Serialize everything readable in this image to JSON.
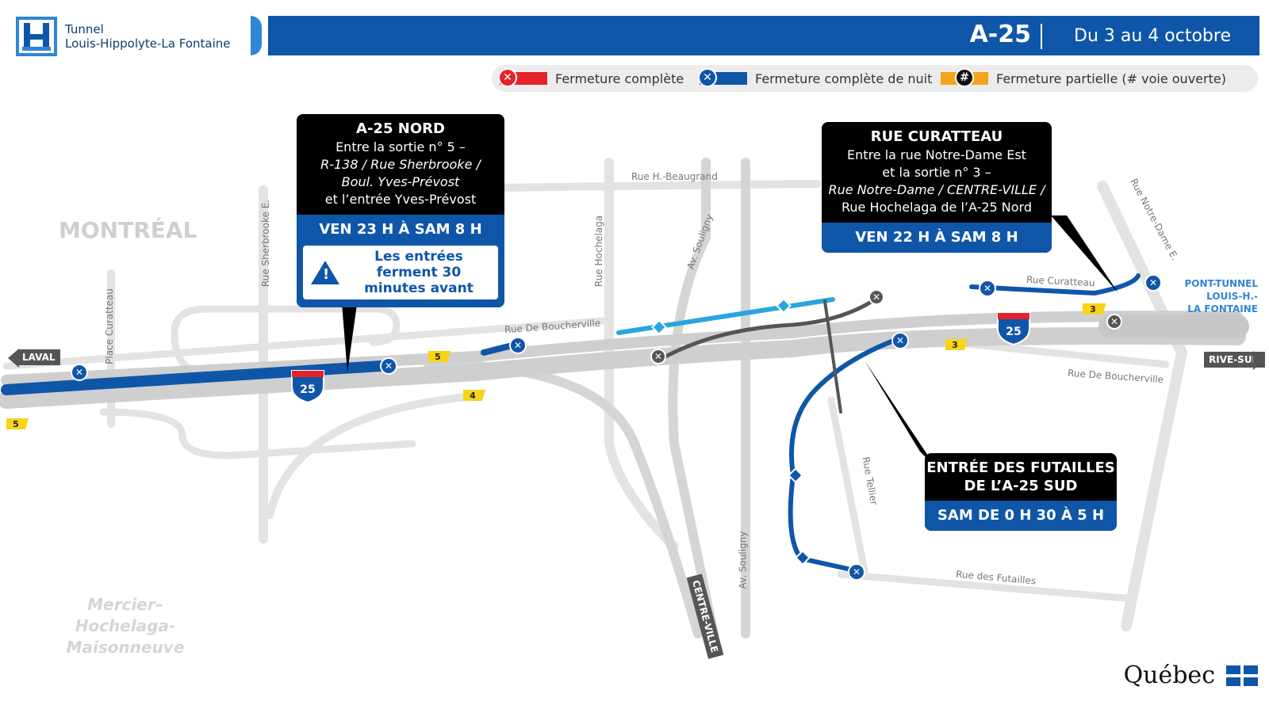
{
  "header": {
    "brand_line1": "Tunnel",
    "brand_line2": "Louis-Hippolyte-La Fontaine",
    "route": "A-25",
    "dates": "Du 3 au 4 octobre"
  },
  "legend": {
    "full_closure": "Fermeture complète",
    "night_closure": "Fermeture complète de nuit",
    "partial_closure": "Fermeture partielle (# voie ouverte)",
    "partial_symbol": "#",
    "colors": {
      "full": "#e32229",
      "night": "#0f56a8",
      "partial": "#f4a41c"
    }
  },
  "callouts": {
    "nord": {
      "title": "A-25 NORD",
      "line1": "Entre la sortie n° 5 –",
      "line2": "R-138 / Rue Sherbrooke /",
      "line3": "Boul. Yves-Prévost",
      "line4": "et l’entrée Yves-Prévost",
      "time": "VEN 23 H À SAM 8 H",
      "warning": "Les entrées ferment 30 minutes avant"
    },
    "curatteau": {
      "title": "RUE CURATTEAU",
      "line1": "Entre la rue Notre-Dame Est",
      "line2": "et la sortie n° 3  –",
      "line3": "Rue Notre-Dame  / CENTRE-VILLE  /",
      "line4": "Rue Hochelaga de l’A-25 Nord",
      "time": "VEN 22 H À SAM 8 H"
    },
    "futailles": {
      "title1": "ENTRÉE DES FUTAILLES",
      "title2": "DE L’A-25 SUD",
      "time": "SAM DE 0 H 30 À 5 H"
    }
  },
  "regions": {
    "montreal": "MONTRÉAL",
    "mhm1": "Mercier–",
    "mhm2": "Hochelaga-",
    "mhm3": "Maisonneuve"
  },
  "streets": {
    "beaugrand": "Rue H.-Beaugrand",
    "sherbrooke": "Rue Sherbrooke E.",
    "curatteau_place": "Place Curatteau",
    "hochelaga": "Rue Hochelaga",
    "souligny_top": "Av. Souligny",
    "souligny_bottom": "Av. Souligny",
    "boucherville_left": "Rue De Boucherville",
    "boucherville_right": "Rue De Boucherville",
    "curatteau": "Rue Curatteau",
    "notredame": "Rue Notre-Dame E.",
    "tellier": "Rue Tellier",
    "futailles": "Rue des Futailles"
  },
  "destinations": {
    "laval": "LAVAL",
    "rive_sud": "RIVE-SUD",
    "centre_ville": "CENTRE-VILLE",
    "pont1": "PONT-TUNNEL",
    "pont2": "LOUIS-H.-",
    "pont3": "LA FONTAINE"
  },
  "exits": [
    "5",
    "5",
    "4",
    "3",
    "3"
  ],
  "shield": "25",
  "footer": {
    "brand": "Québec"
  }
}
